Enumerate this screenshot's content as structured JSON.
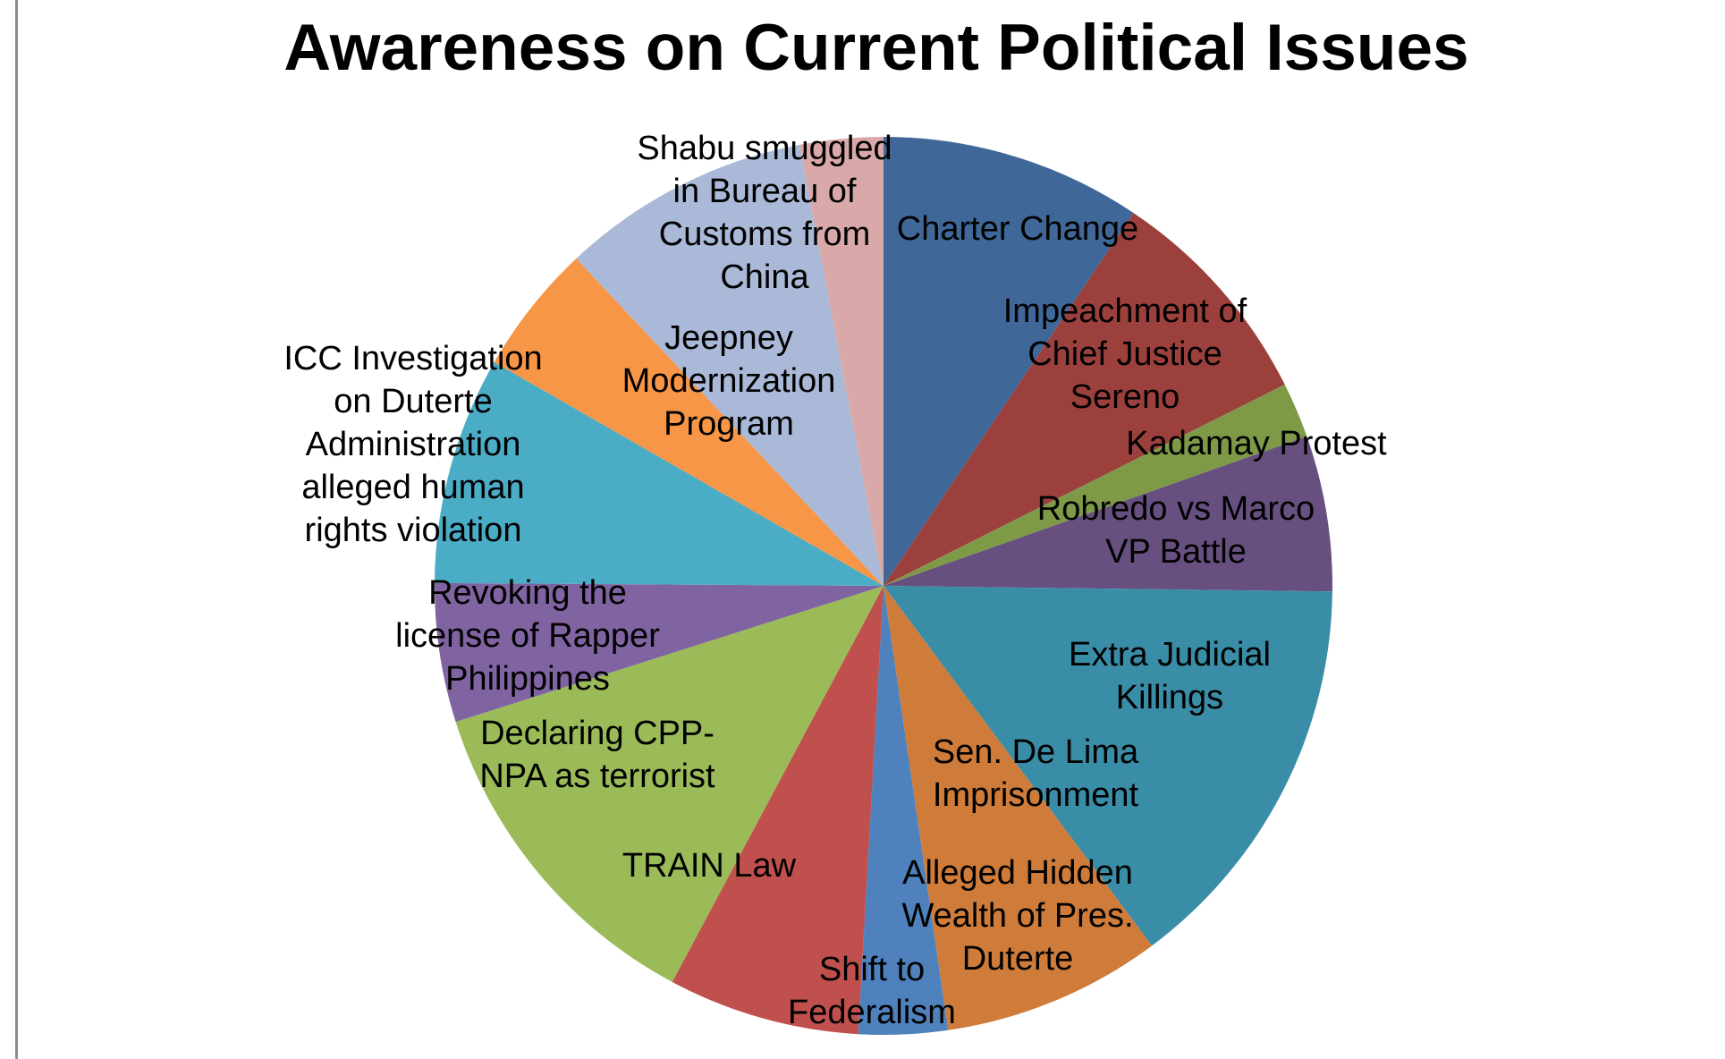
{
  "chart_data": {
    "type": "pie",
    "title": "Awareness on Current Political Issues",
    "legend": "none",
    "slices": [
      {
        "label": "Charter Change",
        "value": 9.4,
        "color": "#3F6899",
        "label_lines": [
          "Charter Change"
        ]
      },
      {
        "label": "Impeachment of Chief Justice Sereno",
        "value": 8.2,
        "color": "#9C403D",
        "label_lines": [
          "Impeachment of",
          "Chief Justice",
          "Sereno"
        ]
      },
      {
        "label": "Kadamay Protest",
        "value": 2.0,
        "color": "#7E9A47",
        "label_lines": [
          "Kadamay Protest"
        ]
      },
      {
        "label": "Robredo vs Marco VP Battle",
        "value": 5.6,
        "color": "#67507F",
        "label_lines": [
          "Robredo vs Marco",
          "VP Battle"
        ]
      },
      {
        "label": "Extra Judicial Killings",
        "value": 14.6,
        "color": "#3A8DA6",
        "label_lines": [
          "Extra Judicial",
          "Killings"
        ]
      },
      {
        "label": "Sen. De Lima Imprisonment",
        "value": 7.9,
        "color": "#CF7C3A",
        "label_lines": [
          "Sen. De Lima",
          "Imprisonment"
        ]
      },
      {
        "label": "Alleged Hidden Wealth of Pres. Duterte",
        "value": 3.2,
        "color": "#4F81BD",
        "label_lines": [
          "Alleged Hidden",
          "Wealth of Pres.",
          "Duterte"
        ]
      },
      {
        "label": "Shift to Federalism",
        "value": 6.9,
        "color": "#C0504D",
        "label_lines": [
          "Shift to",
          "Federalism"
        ]
      },
      {
        "label": "TRAIN Law",
        "value": 12.3,
        "color": "#9BBB59",
        "label_lines": [
          "TRAIN Law"
        ]
      },
      {
        "label": "Declaring CPP-NPA as terrorist",
        "value": 5.0,
        "color": "#8064A2",
        "label_lines": [
          "Declaring CPP-",
          "NPA as terrorist"
        ]
      },
      {
        "label": "Revoking the license of Rapper Philippines",
        "value": 8.2,
        "color": "#4BACC6",
        "label_lines": [
          "Revoking the",
          "license of Rapper",
          "Philippines"
        ]
      },
      {
        "label": "ICC Investigation on Duterte Administration alleged human rights violation",
        "value": 4.7,
        "color": "#F79646",
        "label_lines": [
          "ICC Investigation",
          "on Duterte",
          "Administration",
          "alleged human",
          "rights violation"
        ]
      },
      {
        "label": "Jeepney Modernization Program",
        "value": 9.0,
        "color": "#AAB9D7",
        "label_lines": [
          "Jeepney",
          "Modernization",
          "Program"
        ]
      },
      {
        "label": "Shabu smuggled in Bureau of Customs from China",
        "value": 3.0,
        "color": "#D8A9A8",
        "label_lines": [
          "Shabu smuggled",
          "in Bureau of",
          "Customs from",
          "China"
        ]
      }
    ]
  }
}
